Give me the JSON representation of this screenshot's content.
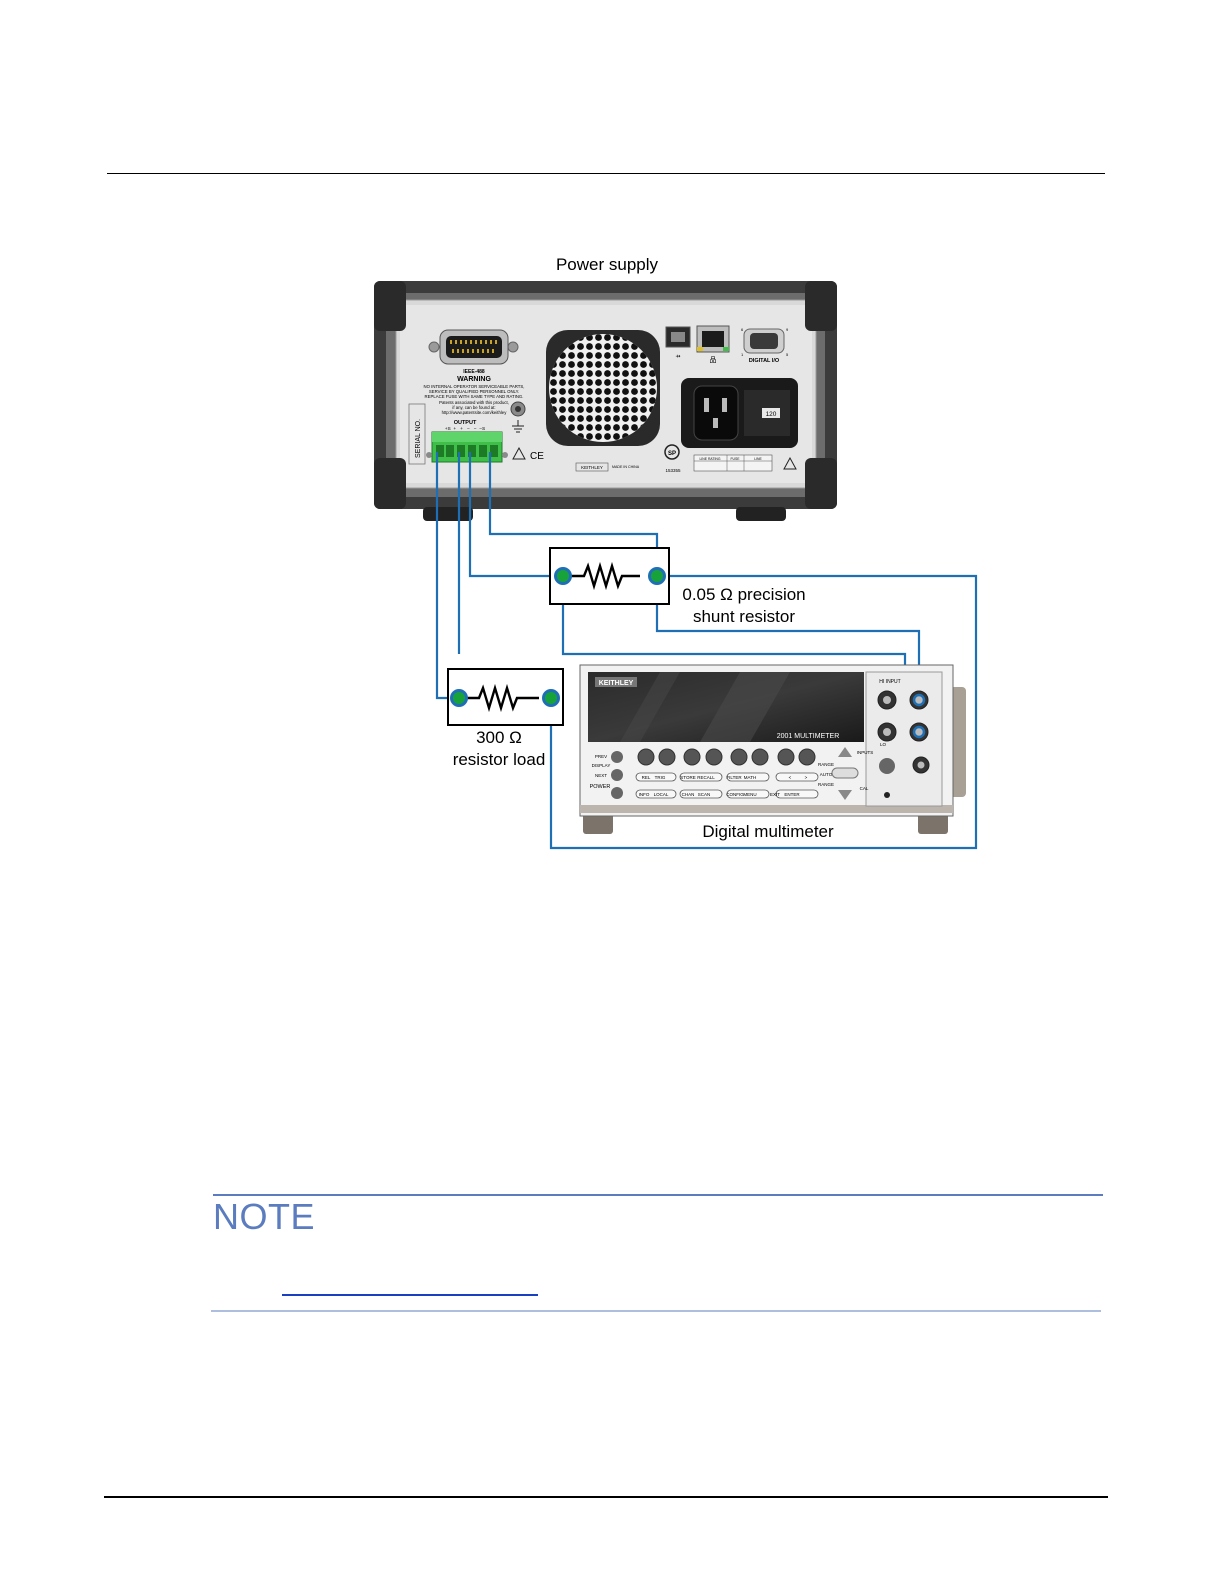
{
  "labels": {
    "power_supply": "Power supply",
    "shunt_line1": "0.05 Ω precision",
    "shunt_line2": "shunt resistor",
    "load_line1": "300 Ω",
    "load_line2": "resistor load",
    "dmm": "Digital multimeter"
  },
  "power_supply_panel": {
    "ieee_label": "IEEE-488",
    "warning_title": "WARNING",
    "warning_text": [
      "NO INTERNAL OPERATOR SERVICEABLE PARTS,",
      "SERVICE BY QUALIFIED PERSONNEL ONLY.",
      "REPLACE FUSE WITH SAME TYPE AND RATING.",
      "Patents associated with this product,",
      "if any, can be found at:",
      "http://www.patentsite.com/keithley"
    ],
    "serial_label": "SERIAL NO.",
    "output_label": "OUTPUT",
    "terminal_labels": "+S  +   +   −   −  −S",
    "ce_mark": "CE",
    "digital_io": "DIGITAL I/O",
    "keithley_badge": "KEITHLEY",
    "made_in": "MADE IN CHINA",
    "csa_number": "153355",
    "voltage_selector": "120",
    "rating_header": [
      "LINE RATING",
      "FUSE",
      "LINE"
    ]
  },
  "dmm_panel": {
    "brand": "KEITHLEY",
    "model": "2001 MULTIMETER",
    "hi_input": "HI INPUT",
    "lo": "LO",
    "inputs": "INPUTS",
    "range": "RANGE",
    "auto": "AUTO",
    "cal": "CAL",
    "power": "POWER",
    "prev": "PREV",
    "display": "DISPLAY",
    "next": "NEXT",
    "button_row2": [
      "REL",
      "TRIG",
      "STORE",
      "RECALL",
      "FILTER",
      "MATH",
      "<",
      ">"
    ],
    "button_row3": [
      "INFO",
      "LOCAL",
      "CHAN",
      "SCAN",
      "CONFIG",
      "MENU",
      "EXIT",
      "ENTER"
    ]
  },
  "note": {
    "title": "NOTE"
  },
  "colors": {
    "wire": "#1f6fb5",
    "node_fill": "#18a33a",
    "note_accent": "#5b7cbf",
    "link": "#1a3fbf",
    "connector_green": "#3fbf4a"
  }
}
